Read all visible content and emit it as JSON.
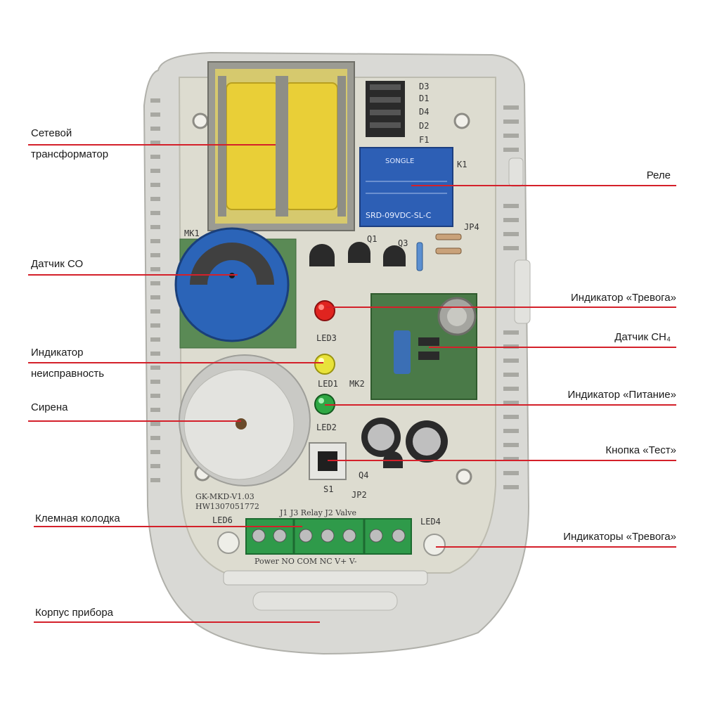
{
  "labels": {
    "transformer_line1": "Сетевой",
    "transformer_line2": "трансформатор",
    "co_sensor": "Датчик СО",
    "fault_line1": "Индикатор",
    "fault_line2": "неисправность",
    "siren": "Сирена",
    "terminal_block": "Клемная колодка",
    "housing": "Корпус прибора",
    "relay": "Реле",
    "alarm_indicator": "Индикатор «Тревога»",
    "ch4_sensor": "Датчик CH₄",
    "power_indicator": "Индикатор «Питание»",
    "test_button": "Кнопка «Тест»",
    "alarm_indicators": "Индикаторы «Тревога»"
  },
  "board": {
    "model_line1": "GK-MKD-V1.03",
    "model_line2": "HW1307051772",
    "terminal_header": "J1   J3 Relay    J2 Valve",
    "terminal_footer": "Power    NO  COM  NC   V+   V-",
    "relay_marking": "SRD-09VDC-SL-C",
    "relay_brand": "SONGLE",
    "ref_led3": "LED3",
    "ref_led1": "LED1",
    "ref_led2": "LED2",
    "ref_led4": "LED4",
    "ref_led6": "LED6",
    "ref_mk1": "MK1",
    "ref_mk2": "MK2",
    "ref_s1": "S1",
    "ref_k1": "K1",
    "ref_q1": "Q1",
    "ref_q3": "Q3",
    "ref_q4": "Q4",
    "ref_jp4": "JP4",
    "ref_jp2": "JP2"
  },
  "colors": {
    "leader_line": "#d4202a",
    "pcb": "#dcdbd0",
    "housing": "#d8d8d4",
    "relay": "#2d5fb5",
    "transformer_coil": "#e8cf3a",
    "co_sensor_blue": "#2b64b8",
    "terminal_green": "#2f9a4a",
    "led_red": "#e0241f",
    "led_yellow": "#e8e23a",
    "led_green": "#2fa844"
  }
}
